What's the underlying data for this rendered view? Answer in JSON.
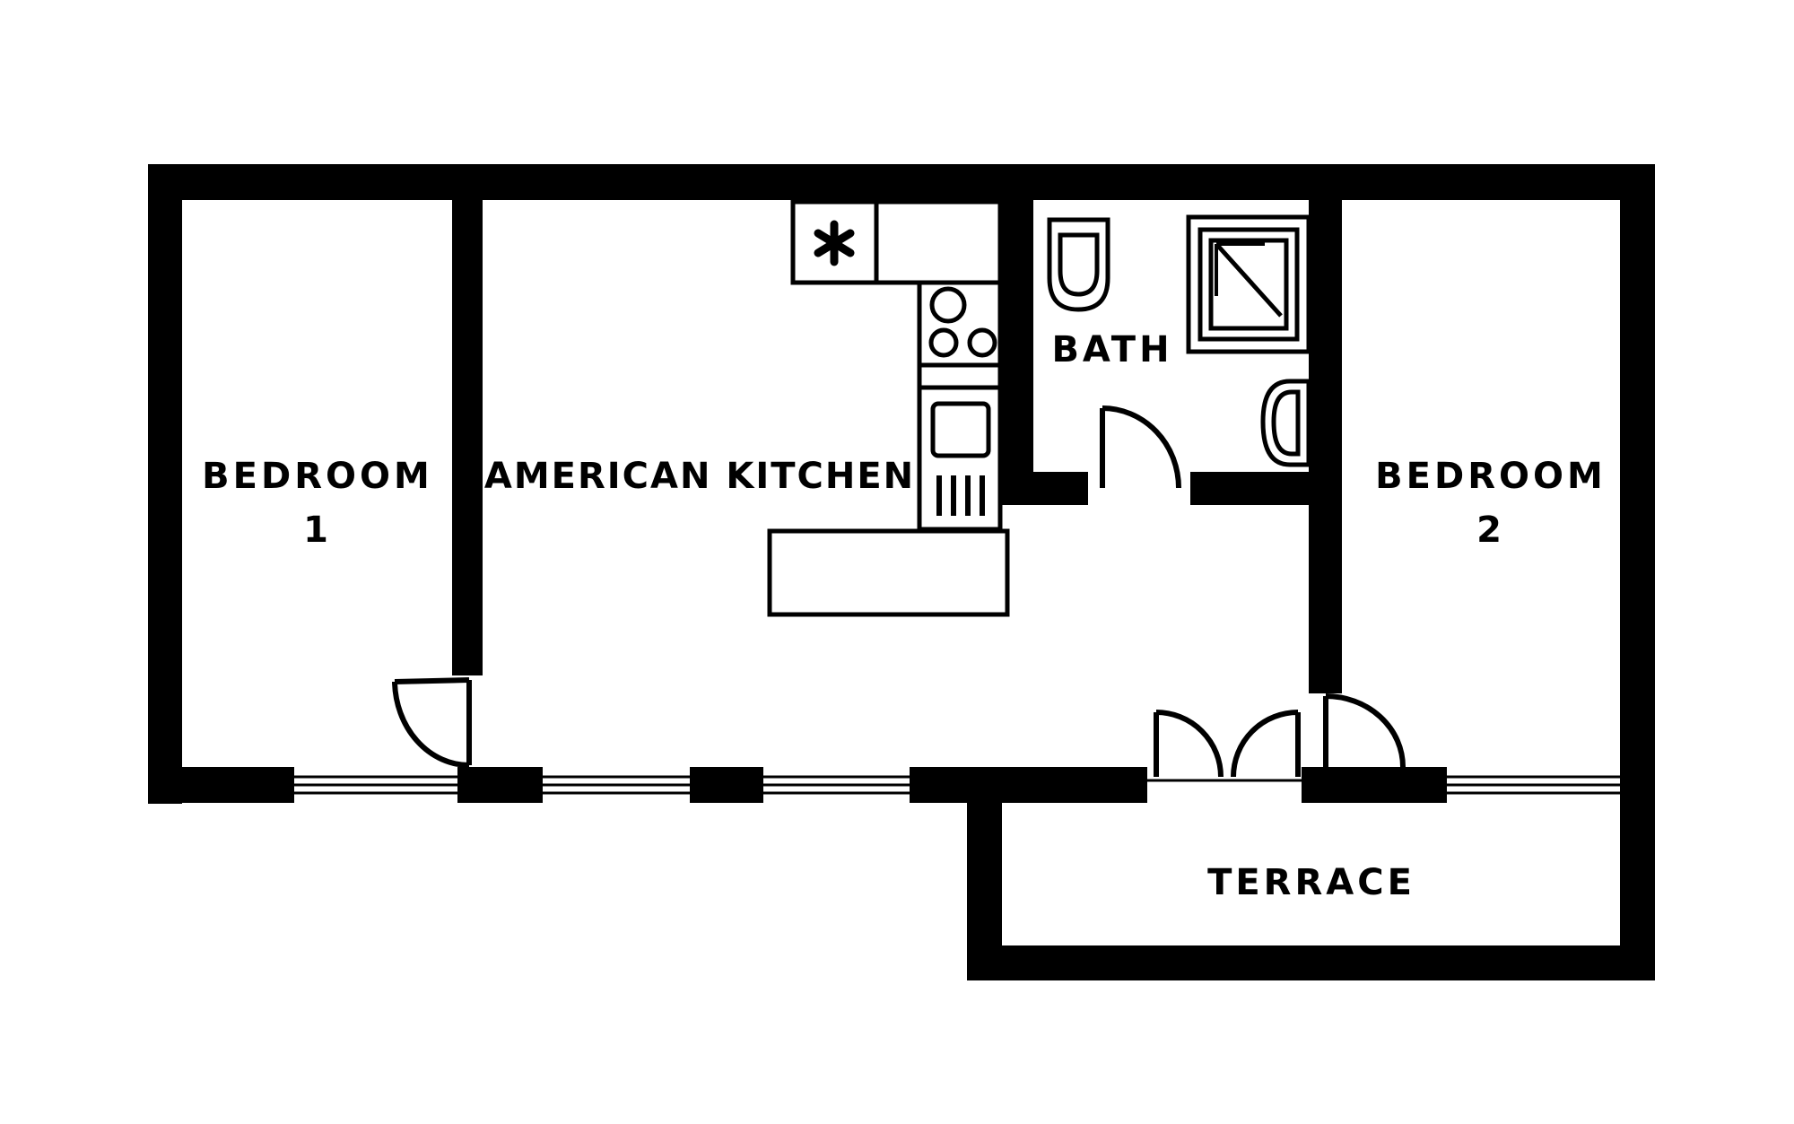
{
  "colors": {
    "wall": "#000000",
    "background": "#ffffff"
  },
  "rooms": {
    "bedroom1": {
      "line1": "BEDROOM",
      "line2": "1"
    },
    "kitchen": {
      "label": "AMERICAN KITCHEN"
    },
    "bath": {
      "label": "BATH"
    },
    "bedroom2": {
      "line1": "BEDROOM",
      "line2": "2"
    },
    "terrace": {
      "label": "TERRACE"
    }
  },
  "fixtures": {
    "fridge": "snowflake-icon",
    "stove": "stove-icon",
    "oven": "oven-icon",
    "toilet": "toilet-icon",
    "shower": "shower-icon",
    "sink": "sink-icon"
  }
}
